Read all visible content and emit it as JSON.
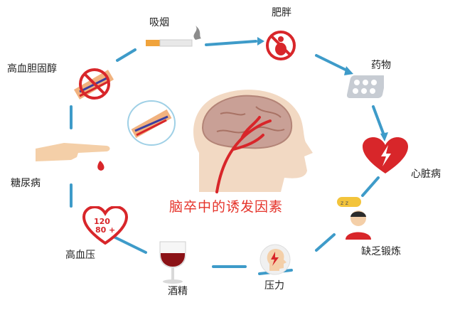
{
  "diagram": {
    "title": "脑卒中的诱发因素",
    "factors": {
      "smoking": "吸烟",
      "obesity": "肥胖",
      "medication": "药物",
      "heart_disease": "心脏病",
      "lack_of_exercise": "缺乏锻炼",
      "stress": "压力",
      "alcohol": "酒精",
      "hypertension": "高血压",
      "diabetes": "糖尿病",
      "high_cholesterol": "高血胆固醇"
    },
    "blood_pressure_reading": {
      "systolic": "120",
      "diastolic": "80",
      "sign": "+"
    }
  },
  "colors": {
    "ring": "#3e9bc9",
    "accent": "#e5332a",
    "brain": "#c9a096",
    "head": "#f2d9c3"
  },
  "icons": {
    "smoking": "cigarette-icon",
    "obesity": "no-obesity-icon",
    "medication": "pill-blister-icon",
    "heart_disease": "heart-lightning-icon",
    "lack_of_exercise": "tired-person-icon",
    "stress": "head-lightning-icon",
    "alcohol": "wine-glass-icon",
    "hypertension": "heart-pressure-icon",
    "diabetes": "finger-prick-icon",
    "high_cholesterol": "no-clogged-artery-icon"
  }
}
